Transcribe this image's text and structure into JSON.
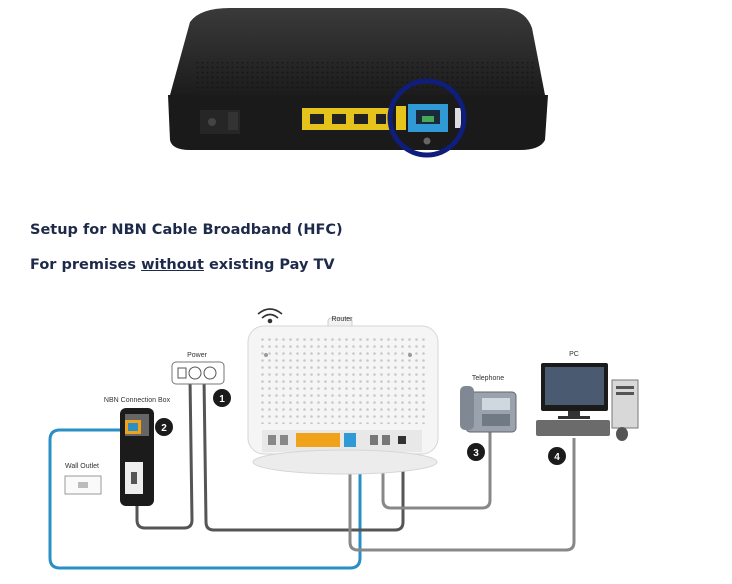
{
  "title": "Setup for NBN Cable Broadband (HFC)",
  "subtitle": {
    "before": "For premises ",
    "emphasis": "without",
    "after": " existing Pay TV"
  },
  "diagram": {
    "labels": {
      "router": "Router",
      "power": "Power",
      "nbn_box": "NBN Connection Box",
      "wall_outlet": "Wall Outlet",
      "telephone": "Telephone",
      "pc": "PC"
    },
    "steps": [
      "1",
      "2",
      "3",
      "4"
    ]
  },
  "colors": {
    "heading": "#1e2a4a",
    "coax_cable": "#2a8fc4",
    "wan_port": "#2f9ad6",
    "lan_ports": "#f0a21a",
    "highlight_ring": "#0e1e7a"
  }
}
